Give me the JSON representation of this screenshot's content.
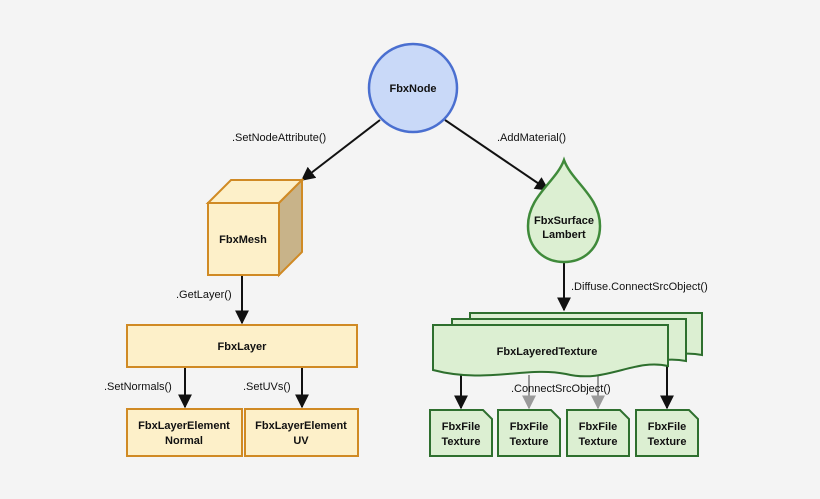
{
  "colors": {
    "background": "#f4f4f4",
    "node_fill": "#c9d9f8",
    "node_stroke": "#4a6fd0",
    "mesh_fill": "#fdf0c9",
    "mesh_side": "#c8b389",
    "mesh_stroke": "#d08a24",
    "surface_fill": "#dcefd2",
    "surface_stroke": "#3f8a3a",
    "texture_fill": "#dcefd2",
    "texture_stroke": "#2e6f2e",
    "arrow": "#111111",
    "arrow_grey": "#9a9a9a"
  },
  "nodes": {
    "fbx_node": "FbxNode",
    "fbx_mesh": "FbxMesh",
    "fbx_layer": "FbxLayer",
    "layer_element_normal": [
      "FbxLayerElement",
      "Normal"
    ],
    "layer_element_uv": [
      "FbxLayerElement",
      "UV"
    ],
    "surface_lambert": [
      "FbxSurface",
      "Lambert"
    ],
    "layered_texture": "FbxLayeredTexture",
    "file_textures": [
      [
        "FbxFile",
        "Texture"
      ],
      [
        "FbxFile",
        "Texture"
      ],
      [
        "FbxFile",
        "Texture"
      ],
      [
        "FbxFile",
        "Texture"
      ]
    ]
  },
  "edges": {
    "set_node_attribute": ".SetNodeAttribute()",
    "add_material": ".AddMaterial()",
    "get_layer": ".GetLayer()",
    "diffuse_connect": ".Diffuse.ConnectSrcObject()",
    "set_normals": ".SetNormals()",
    "set_uvs": ".SetUVs()",
    "connect_src_object": ".ConnectSrcObject()"
  }
}
